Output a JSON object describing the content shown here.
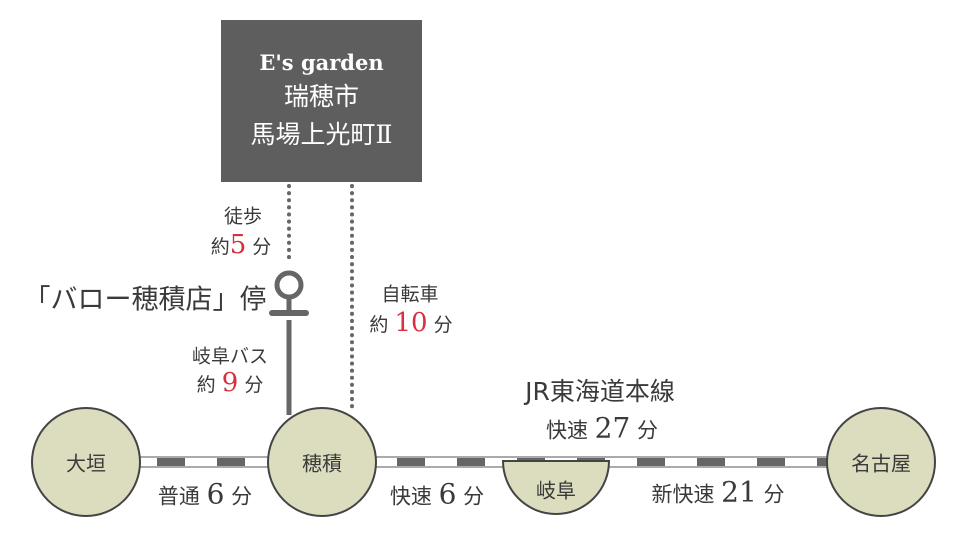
{
  "destination": {
    "name_en": "E's garden",
    "city": "瑞穂市",
    "area": "馬場上光町Ⅱ"
  },
  "walk": {
    "mode": "徒歩",
    "prefix": "約",
    "minutes": "5",
    "unit": "分"
  },
  "bus_stop": {
    "name": "「バロー穂積店」停"
  },
  "bus": {
    "mode": "岐阜バス",
    "prefix": "約",
    "minutes": "9",
    "unit": "分"
  },
  "bike": {
    "mode": "自転車",
    "prefix": "約",
    "minutes": "10",
    "unit": "分"
  },
  "line": {
    "name": "JR東海道本線",
    "service": "快速",
    "minutes": "27",
    "unit": "分"
  },
  "stations": [
    "大垣",
    "穂積",
    "岐阜",
    "名古屋"
  ],
  "segments": [
    {
      "service": "普通",
      "minutes": "6",
      "unit": "分"
    },
    {
      "service": "快速",
      "minutes": "6",
      "unit": "分"
    },
    {
      "service": "新快速",
      "minutes": "21",
      "unit": "分"
    }
  ],
  "colors": {
    "station_fill": "#dcdcbf",
    "accent": "#d9303f",
    "box": "#5e5e5e",
    "line": "#666666"
  }
}
